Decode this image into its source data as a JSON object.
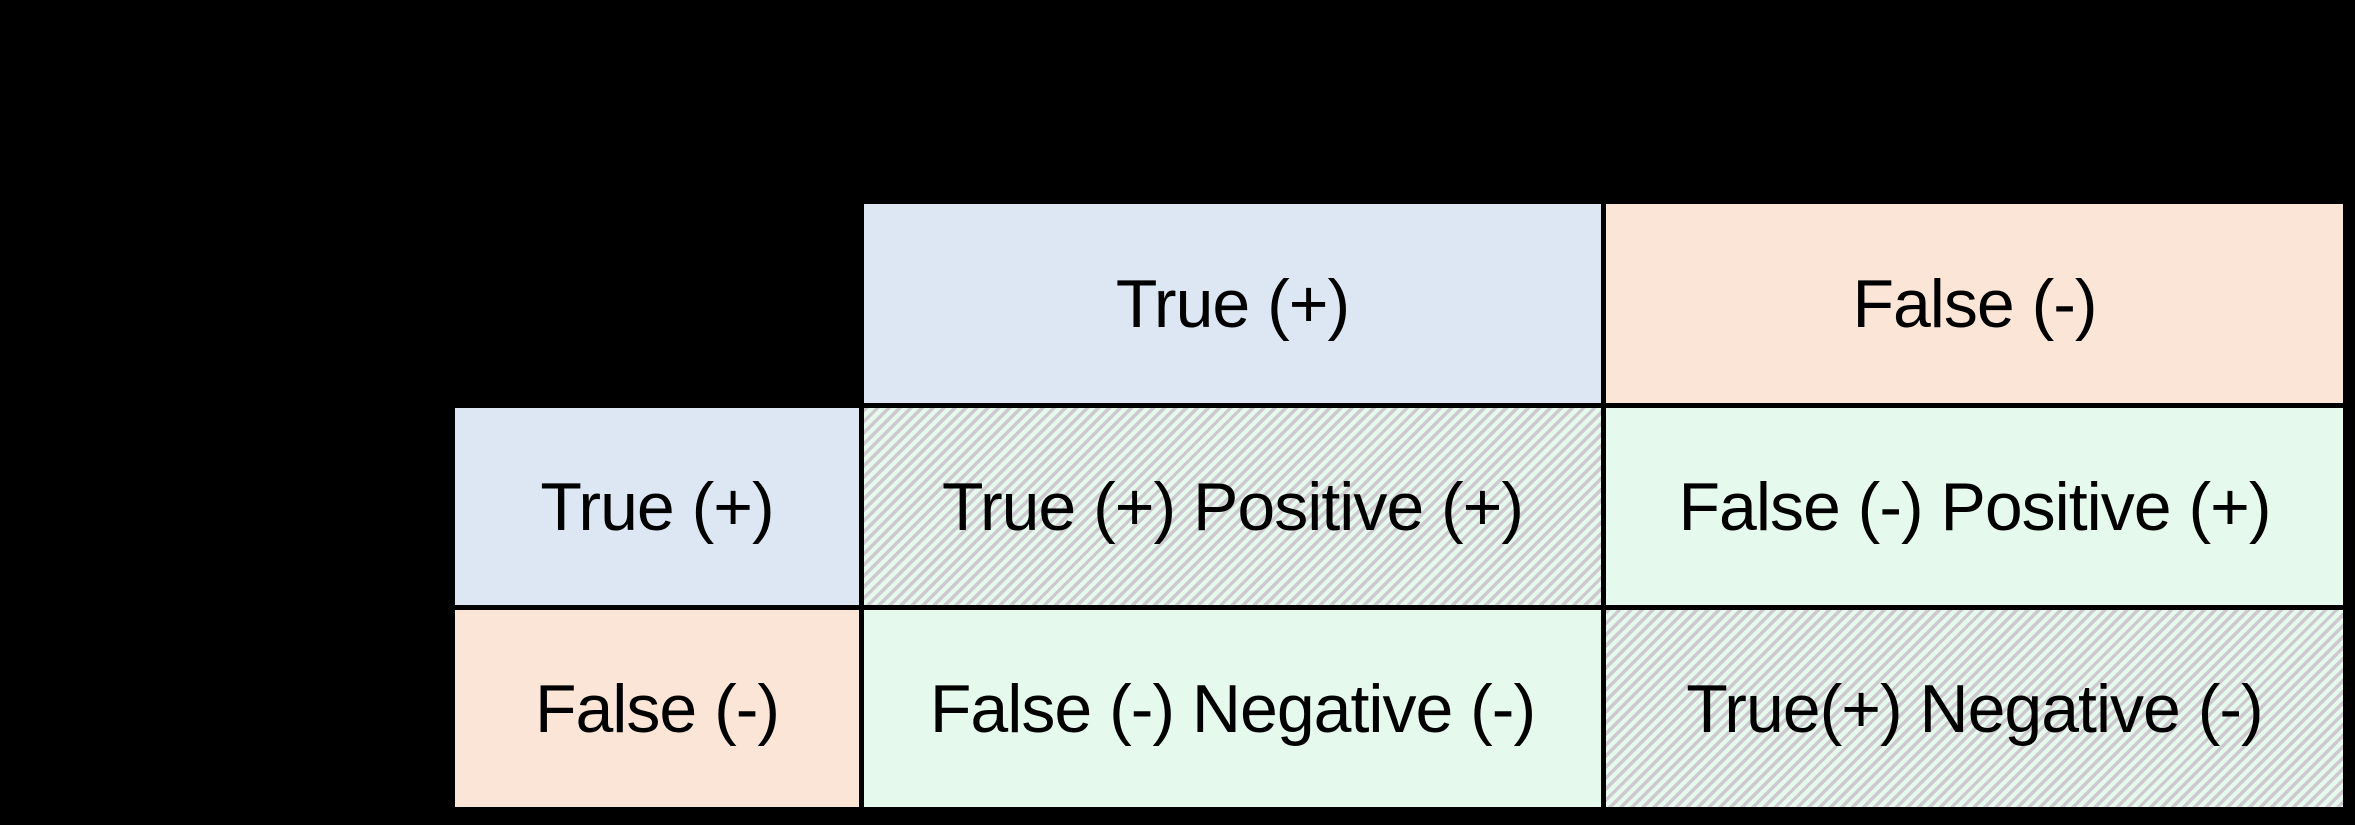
{
  "canvas": {
    "background": "#000000"
  },
  "matrix": {
    "description": "confusion-matrix",
    "column_headers": [
      {
        "label": "True (+)",
        "bg": "#dce7f3"
      },
      {
        "label": "False (-)",
        "bg": "#fbe5d6"
      }
    ],
    "row_headers": [
      {
        "label": "True (+)",
        "bg": "#dce7f3"
      },
      {
        "label": "False (-)",
        "bg": "#fbe5d6"
      }
    ],
    "cells": [
      [
        {
          "label": "True (+) Positive (+)",
          "bg": "#e5f9ec",
          "hatched": true
        },
        {
          "label": "False (-) Positive (+)",
          "bg": "#e5f9ec",
          "hatched": false
        }
      ],
      [
        {
          "label": "False (-) Negative (-)",
          "bg": "#e5f9ec",
          "hatched": false
        },
        {
          "label": "True(+) Negative (-)",
          "bg": "#e5f9ec",
          "hatched": true
        }
      ]
    ],
    "colors": {
      "hatch_stripe": "#cec8d0",
      "border": "#000000",
      "text": "#000000"
    }
  }
}
